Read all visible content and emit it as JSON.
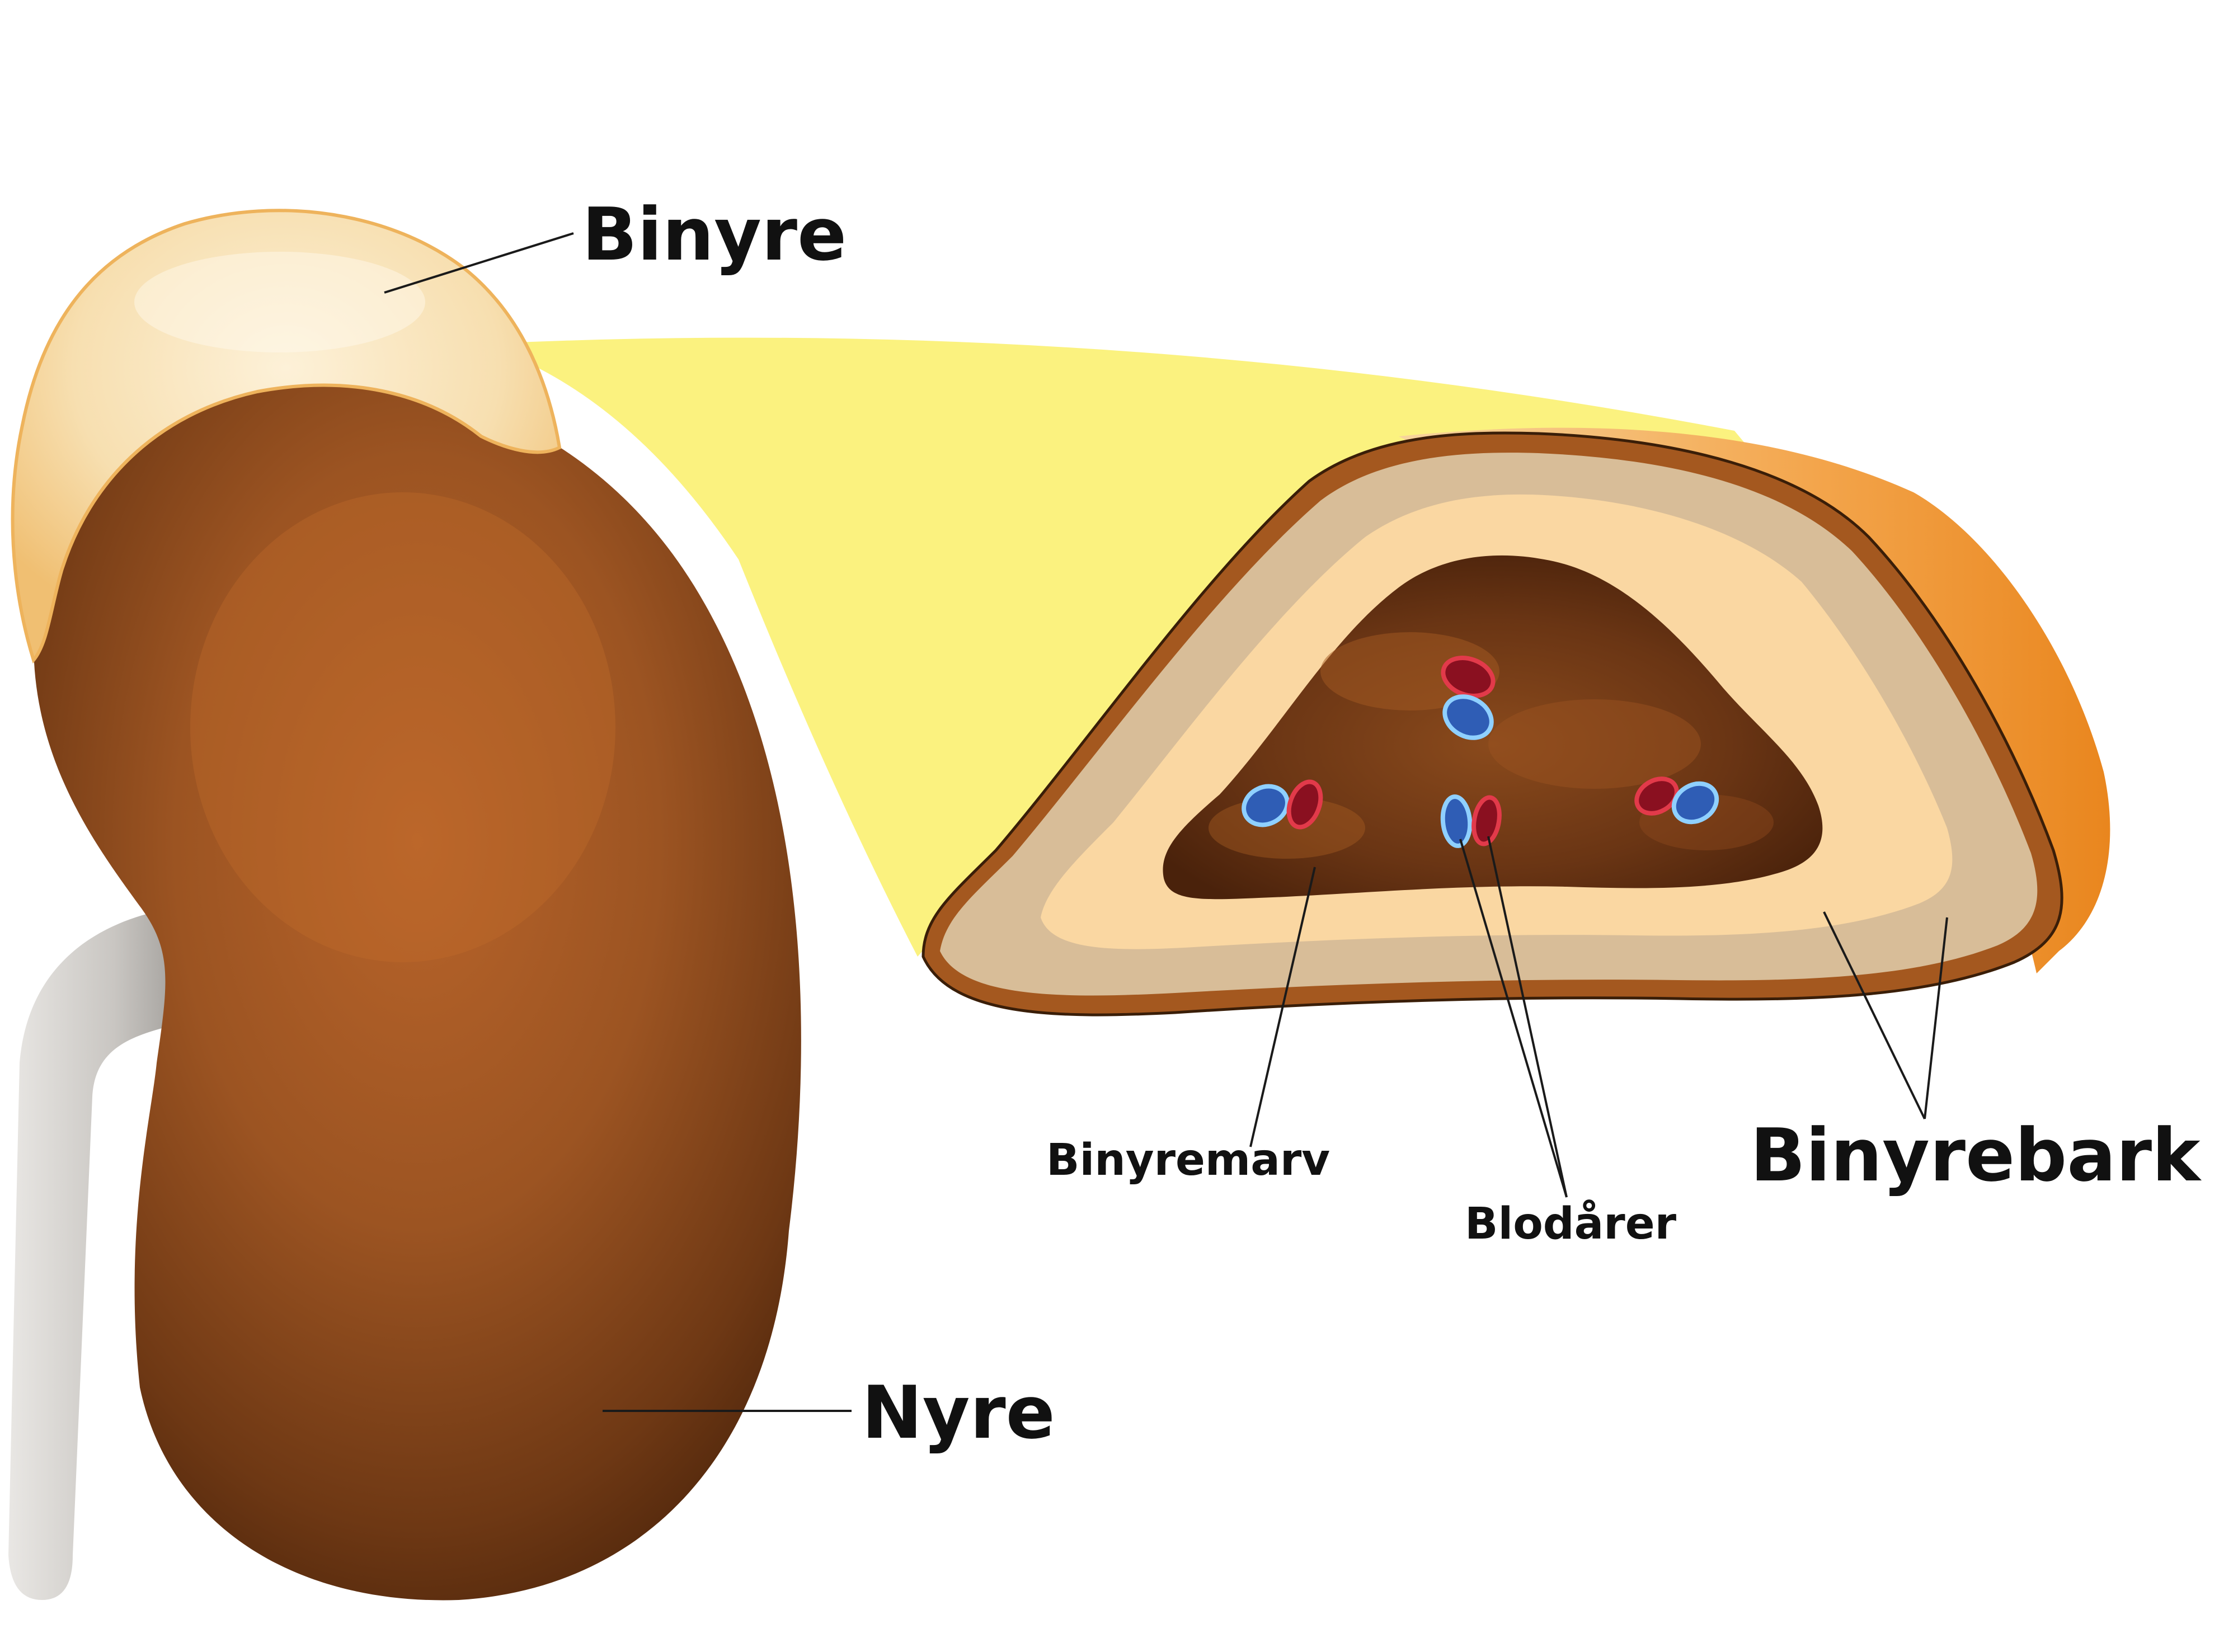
{
  "labels": {
    "adrenal_gland": "Binyre",
    "kidney": "Nyre",
    "medulla": "Binyremarv",
    "blood_vessels": "Blodårer",
    "cortex": "Binyrebark"
  },
  "colors": {
    "background": "#ffffff",
    "kidney_brown": "#8a4a1c",
    "adrenal_cream": "#f7dfb0",
    "highlight_yellow": "#fbf178",
    "cortex_outer": "#a4581f",
    "cortex_tan": "#d8bd98",
    "cortex_light": "#fad7a2",
    "medulla_dark": "#5a2d10",
    "vessel_blue": "#2f5db5",
    "vessel_red": "#8a1020",
    "ureter_grey": "#c9c6c2"
  }
}
